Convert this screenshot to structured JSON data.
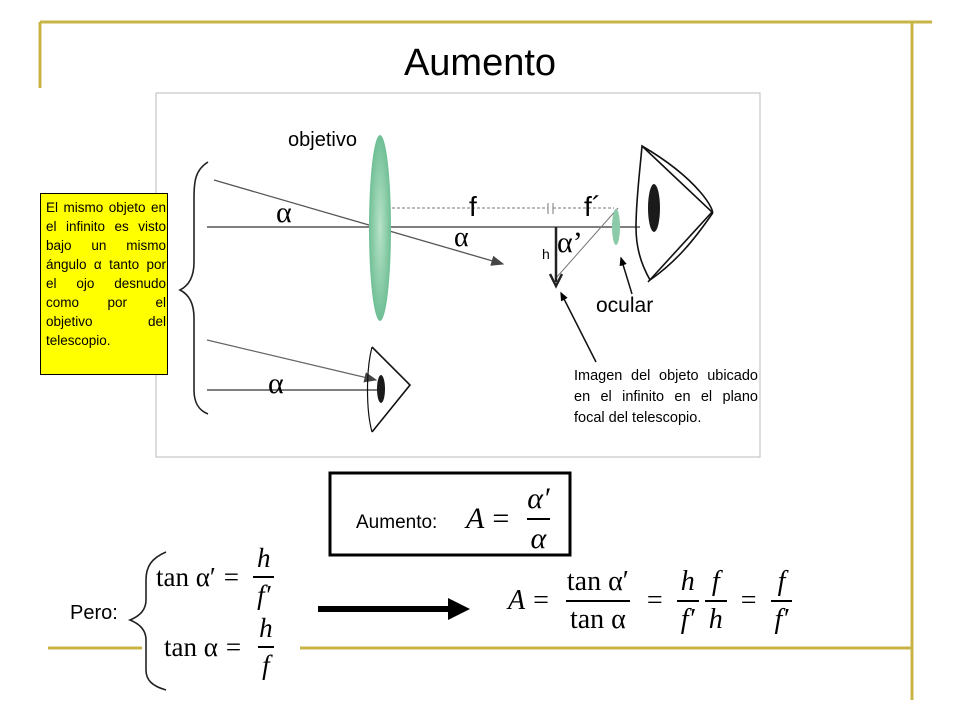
{
  "title": "Aumento",
  "diagram": {
    "objective_label": "objetivo",
    "ocular_label": "ocular",
    "f_label": "f",
    "f_prime_label": "f´",
    "alpha_upper": "α",
    "alpha_middle": "α",
    "alpha_prime": "α’",
    "h_label": "h",
    "alpha_lower": "α"
  },
  "note_left": "El mismo objeto en el infinito es visto bajo un mismo ángulo α tanto por el ojo desnudo como por el objetivo del telescopio.",
  "image_caption": "Imagen del objeto ubicado en el infinito en el plano focal del telescopio.",
  "aumento_box": {
    "label": "Aumento:",
    "lhs": "A",
    "eq": "=",
    "num": "α′",
    "den": "α"
  },
  "pero": {
    "label": "Pero:",
    "eq1": {
      "lhs": "tan α′",
      "eq": "=",
      "num": "h",
      "den": "f′"
    },
    "eq2": {
      "lhs": "tan α",
      "eq": "=",
      "num": "h",
      "den": "f"
    }
  },
  "result": {
    "lhs": "A",
    "eq": "=",
    "f1_num": "tan α′",
    "f1_den": "tan α",
    "f2a_num": "h",
    "f2a_den": "f′",
    "f2b_num": "f",
    "f2b_den": "h",
    "f3_num": "f",
    "f3_den": "f′"
  },
  "colors": {
    "border_gold": "#c8b446",
    "lens_green": "#8ccbaa",
    "note_yellow": "#ffff00",
    "eye_black": "#1a1a1a"
  }
}
